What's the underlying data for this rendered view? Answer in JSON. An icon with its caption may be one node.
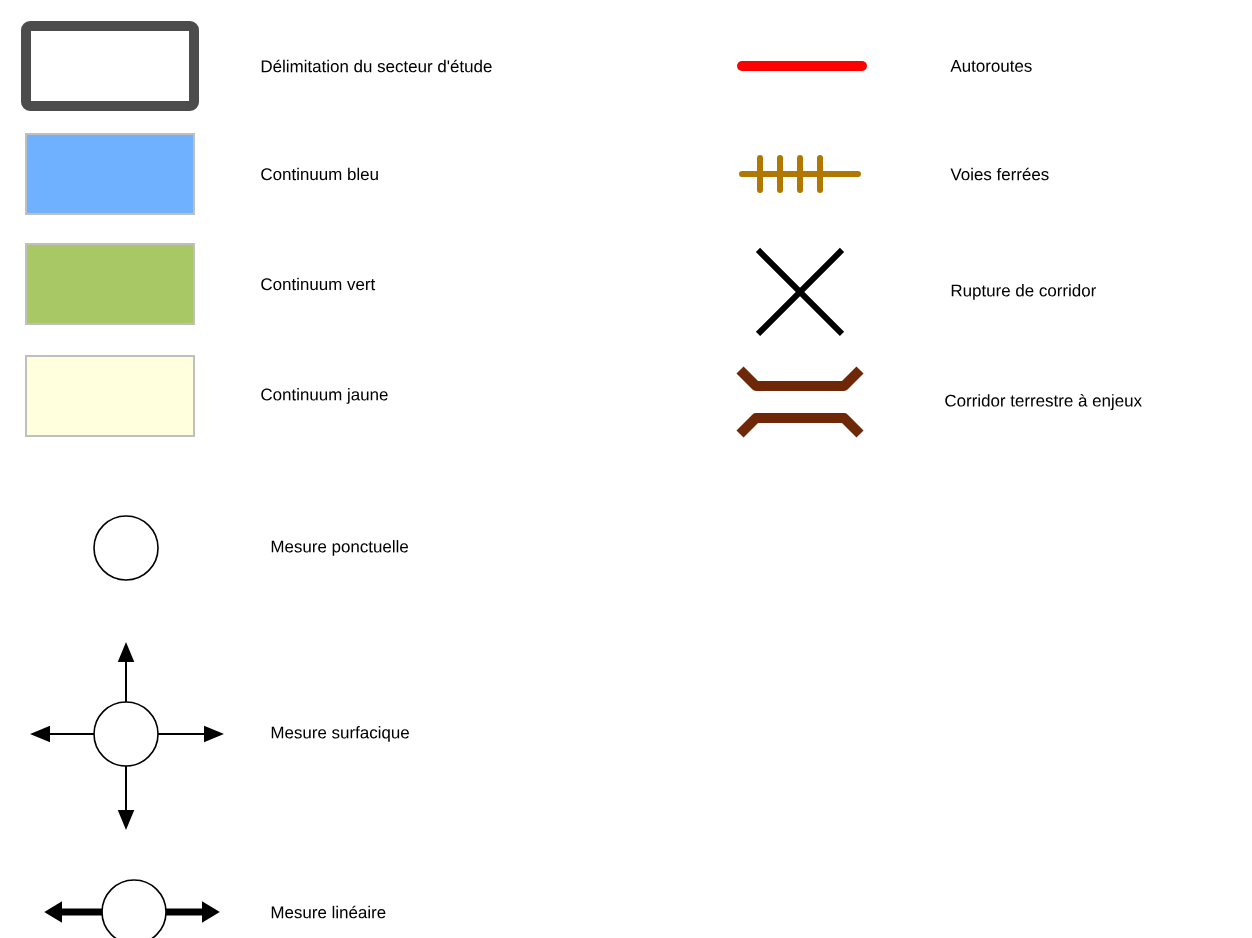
{
  "diagram": {
    "legend": [
      {
        "text": "Délimitation du secteur d'étude"
      },
      {
        "text": "Autoroutes"
      },
      {
        "text": "Continuum bleu",
        "color": "#6fb0ff"
      },
      {
        "text": "Voies ferrées"
      },
      {
        "text": "Continuum vert",
        "color": "#a8c866"
      },
      {
        "text": "Rupture de corridor"
      },
      {
        "text": "Continuum jaune",
        "color": "#ffffdd"
      },
      {
        "text": "Corridor terrestre à enjeux"
      },
      {
        "text": "Mesure ponctuelle"
      },
      {
        "text": "Mesure surfacique"
      },
      {
        "text": "Mesure linéaire"
      }
    ]
  }
}
